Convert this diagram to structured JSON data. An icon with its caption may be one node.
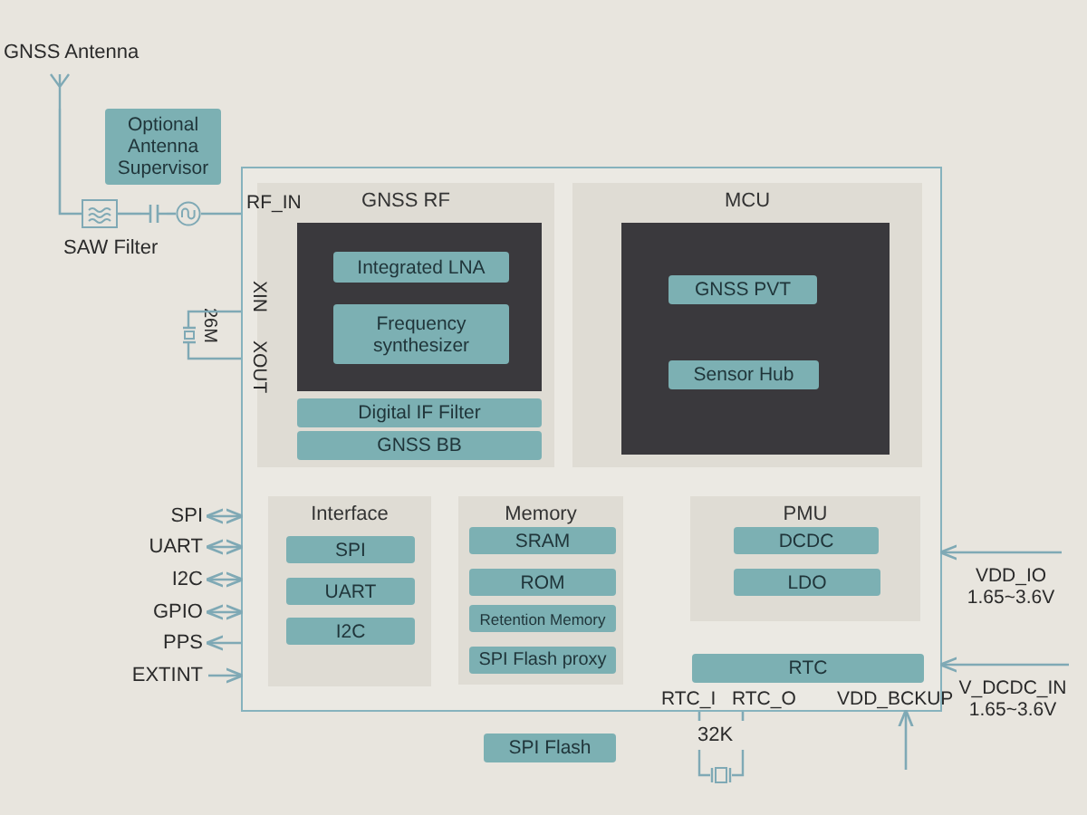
{
  "diagram": {
    "nodes": [
      {
        "text": [
          "GNSS Antenna"
        ]
      },
      {
        "text": [
          "Optional Antenna Supervisor"
        ]
      },
      {
        "text": [],
        "shape": "box",
        "beside": [
          "SAW Filter"
        ]
      },
      {
        "text": [],
        "shape": "capacitor"
      },
      {
        "text": [],
        "shape": "circle"
      },
      {
        "text": [],
        "shape": "box"
      },
      {
        "text": [
          "GNSS RF"
        ],
        "in": 5
      },
      {
        "text": [],
        "shape": "box",
        "in": 6
      },
      {
        "text": [
          "Integrated LNA"
        ],
        "in": 7
      },
      {
        "text": [
          "Frequency synthesizer"
        ],
        "in": 7
      },
      {
        "text": [
          "Digital IF Filter"
        ],
        "in": 6
      },
      {
        "text": [
          "GNSS BB"
        ],
        "in": 6
      },
      {
        "text": [
          "MCU"
        ],
        "in": 5
      },
      {
        "text": [],
        "shape": "box",
        "in": 12
      },
      {
        "text": [
          "GNSS PVT"
        ],
        "in": 13
      },
      {
        "text": [
          "Sensor Hub"
        ],
        "in": 13
      },
      {
        "text": [
          "Interface"
        ],
        "in": 5
      },
      {
        "text": [
          "SPI"
        ],
        "in": 16
      },
      {
        "text": [
          "UART"
        ],
        "in": 16
      },
      {
        "text": [
          "I2C"
        ],
        "in": 16
      },
      {
        "text": [
          "Memory"
        ],
        "in": 5
      },
      {
        "text": [
          "SRAM"
        ],
        "in": 20
      },
      {
        "text": [
          "ROM"
        ],
        "in": 20
      },
      {
        "text": [
          "Retention Memory"
        ],
        "in": 20
      },
      {
        "text": [
          "SPI Flash proxy"
        ],
        "in": 20
      },
      {
        "text": [
          "PMU"
        ],
        "in": 5
      },
      {
        "text": [
          "DCDC"
        ],
        "in": 25
      },
      {
        "text": [
          "LDO"
        ],
        "in": 25
      },
      {
        "text": [
          "RTC"
        ],
        "in": 5
      },
      {
        "text": [
          "26M"
        ]
      },
      {
        "text": [
          "SPI"
        ]
      },
      {
        "text": [
          "UART"
        ]
      },
      {
        "text": [
          "I2C"
        ]
      },
      {
        "text": [
          "GPIO"
        ]
      },
      {
        "text": [
          "PPS"
        ]
      },
      {
        "text": [
          "EXTINT"
        ]
      },
      {
        "text": [
          "SPI Flash"
        ]
      },
      {
        "text": [
          "32K"
        ]
      },
      {
        "text": [
          "VDD_IO",
          "1.65~3.6V"
        ]
      },
      {
        "text": [
          "V_DCDC_IN",
          "1.65~3.6V"
        ]
      }
    ],
    "edges": [
      {
        "from": 0,
        "to": 2,
        "arrow": "none"
      },
      {
        "from": 2,
        "to": 3,
        "arrow": "none"
      },
      {
        "from": 3,
        "to": 4,
        "arrow": "none"
      },
      {
        "from": 4,
        "to": 5,
        "arrow": "none"
      },
      {
        "from": 29,
        "to": 5,
        "arrow": "none"
      },
      {
        "from": 29,
        "to": 5,
        "arrow": "none"
      },
      {
        "from": 30,
        "to": 5,
        "arrow": "both"
      },
      {
        "from": 31,
        "to": 5,
        "arrow": "both"
      },
      {
        "from": 32,
        "to": 5,
        "arrow": "both"
      },
      {
        "from": 33,
        "to": 5,
        "arrow": "both"
      },
      {
        "from": 5,
        "to": 34,
        "arrow": "to"
      },
      {
        "from": 35,
        "to": 5,
        "arrow": "to"
      },
      {
        "from": 37,
        "to": 5,
        "arrow": "none"
      },
      {
        "from": 37,
        "to": 5,
        "arrow": "none"
      },
      {
        "from": 38,
        "to": 5,
        "arrow": "to"
      },
      {
        "from": 39,
        "to": 5,
        "arrow": "to"
      },
      {
        "from": null,
        "to": 5,
        "arrow": "to"
      }
    ],
    "labels": [
      "RF_IN",
      "XIN",
      "XOUT",
      "RTC_I",
      "RTC_O",
      "VDD_BCKUP"
    ]
  }
}
